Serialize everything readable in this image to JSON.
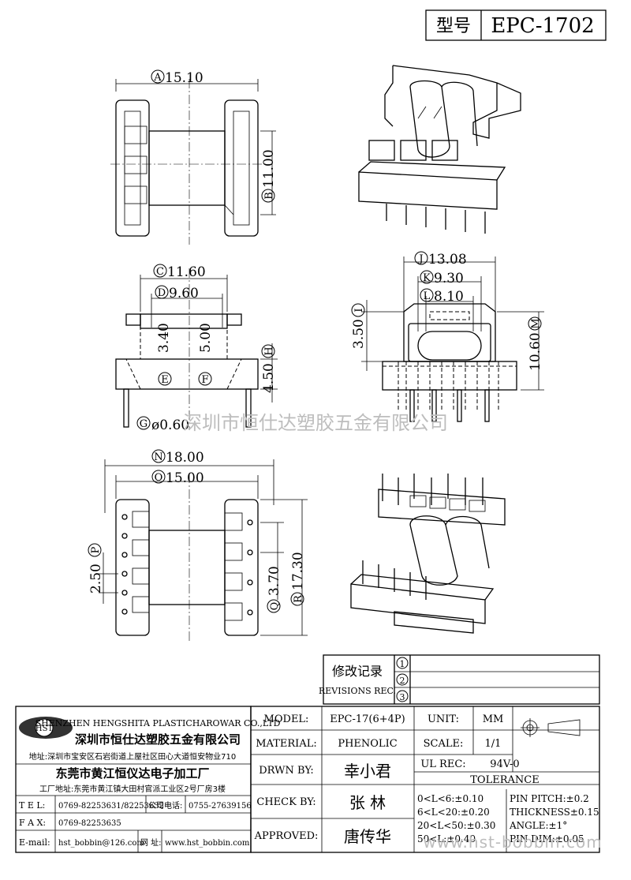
{
  "header": {
    "type_label": "型号",
    "model": "EPC-1702"
  },
  "dimensions": {
    "A": {
      "tag": "A",
      "value": "15.10"
    },
    "B": {
      "tag": "B",
      "value": "11.00"
    },
    "C": {
      "tag": "C",
      "value": "11.60"
    },
    "D": {
      "tag": "D",
      "value": "9.60"
    },
    "E": {
      "tag": "E",
      "value": "3.40"
    },
    "F": {
      "tag": "F",
      "value": "5.00"
    },
    "G": {
      "tag": "G",
      "value": "ø0.60"
    },
    "H": {
      "tag": "H",
      "value": "4.50"
    },
    "I": {
      "tag": "I",
      "value": "3.50"
    },
    "J": {
      "tag": "J",
      "value": "13.08"
    },
    "K": {
      "tag": "K",
      "value": "9.30"
    },
    "L": {
      "tag": "L",
      "value": "8.10"
    },
    "M": {
      "tag": "M",
      "value": "10.60"
    },
    "N": {
      "tag": "N",
      "value": "18.00"
    },
    "O": {
      "tag": "O",
      "value": "15.00"
    },
    "P": {
      "tag": "P",
      "value": "2.50"
    },
    "Q": {
      "tag": "Q",
      "value": "3.70"
    },
    "R": {
      "tag": "R",
      "value": "17.30"
    }
  },
  "watermark": {
    "company_cn": "深圳市恒仕达塑胶五金有限公司",
    "url": "www.hst-bobbin.com"
  },
  "revisions": {
    "title_cn": "修改记录",
    "title_en": "REVISIONS REC.",
    "marks": [
      "1",
      "2",
      "3"
    ]
  },
  "company": {
    "logo_text": "HST",
    "name_en": "SHENZHEN HENGSHITA PLASTICHAROWAR CO.,LTD",
    "name_cn": "深圳市恒仕达塑胶五金有限公司",
    "address": "地址:深圳市宝安区石岩街道上屋社区田心大道恒安物业710",
    "factory_cn": "东莞市黄江恒仪达电子加工厂",
    "factory_address": "工厂地址:东莞市黄江镇大田村官派工业区2号厂房3楼",
    "tel_label": "T E L:",
    "tel": "0769-82253631/82253632",
    "company_phone_label": "公司电话:",
    "company_phone": "0755-27639156",
    "fax_label": "F A X:",
    "fax": "0769-82253635",
    "email_label": "E-mail:",
    "email": "hst_bobbin@126.com",
    "web_label": "网 址:",
    "web": "www.hst_bobbin.com"
  },
  "spec": {
    "model_label": "MODEL:",
    "model_value": "EPC-17(6+4P)",
    "unit_label": "UNIT:",
    "unit_value": "MM",
    "material_label": "MATERIAL:",
    "material_value": "PHENOLIC",
    "scale_label": "SCALE:",
    "scale_value": "1/1",
    "drawn_label": "DRWN BY:",
    "drawn_value": "幸小君",
    "ulrec_label": "UL REC:",
    "ulrec_value": "94V-0",
    "check_label": "CHECK BY:",
    "check_value": "张  林",
    "approved_label": "APPROVED:",
    "approved_value": "唐传华",
    "tolerance_label": "TOLERANCE",
    "tol_left": [
      "0<L<6:±0.10",
      "6<L<20:±0.20",
      "20<L<50:±0.30",
      "50<L:±0.40"
    ],
    "tol_right": [
      "PIN PITCH:±0.2",
      "THICKNESS±0.15",
      "ANGLE:±1°",
      "PIN DIM:±0.05"
    ]
  }
}
